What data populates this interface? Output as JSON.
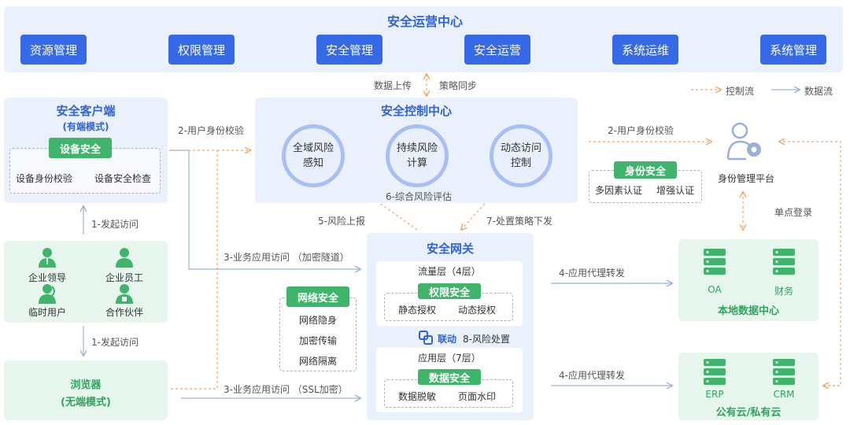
{
  "soc": {
    "title": "安全运营中心",
    "buttons": [
      "资源管理",
      "权限管理",
      "安全管理",
      "安全运营",
      "系统运维",
      "系统管理"
    ]
  },
  "legend": {
    "control": "控制流",
    "data": "数据流"
  },
  "labels": {
    "data_upload": "数据上传",
    "policy_sync": "策略同步",
    "auth_check_left": "2-用户身份校验",
    "auth_check_right": "2-用户身份校验",
    "risk_eval": "6-综合风险评估",
    "risk_report": "5-风险上报",
    "dispose_policy": "7-处置策略下发",
    "initiate_access_1": "1-发起访问",
    "initiate_access_2": "1-发起访问",
    "app_access_tunnel": "3-业务应用访问 （加密隧道）",
    "app_access_ssl": "3-业务应用访问 （SSL加密）",
    "proxy_forward_1": "4-应用代理转发",
    "proxy_forward_2": "4-应用代理转发",
    "sso": "单点登录"
  },
  "client": {
    "title": "安全客户端",
    "subtitle": "(有端模式)",
    "badge": "设备安全",
    "items": [
      "设备身份校验",
      "设备安全检查"
    ]
  },
  "users": {
    "items": [
      {
        "label": "企业领导",
        "icon": "leader-icon"
      },
      {
        "label": "企业员工",
        "icon": "employee-icon"
      },
      {
        "label": "临时用户",
        "icon": "temp-user-icon"
      },
      {
        "label": "合作伙伴",
        "icon": "partner-icon"
      }
    ]
  },
  "browser": {
    "title": "浏览器",
    "subtitle": "(无端模式)"
  },
  "control_center": {
    "title": "安全控制中心",
    "circles": [
      {
        "line1": "全域风险",
        "line2": "感知"
      },
      {
        "line1": "持续风险",
        "line2": "计算"
      },
      {
        "line1": "动态访问",
        "line2": "控制"
      }
    ]
  },
  "identity_security": {
    "badge": "身份安全",
    "items": [
      "多因素认证",
      "增强认证"
    ]
  },
  "idp": {
    "label": "身份管理平台"
  },
  "network_security": {
    "badge": "网络安全",
    "items": [
      "网络隐身",
      "加密传输",
      "网络隔离"
    ]
  },
  "gateway": {
    "title": "安全网关",
    "traffic_layer": "流量层（4层）",
    "perm_badge": "权限安全",
    "perm_items": [
      "静态授权",
      "动态授权"
    ],
    "linkage": "联动",
    "risk_dispose": "8-风险处置",
    "app_layer": "应用层（7层）",
    "data_badge": "数据安全",
    "data_items": [
      "数据脱敏",
      "页面水印"
    ]
  },
  "local_dc": {
    "title": "本地数据中心",
    "servers": [
      "OA",
      "财务"
    ]
  },
  "cloud": {
    "title": "公有云/私有云",
    "servers": [
      "ERP",
      "CRM"
    ]
  },
  "colors": {
    "primary_blue": "#3669e6",
    "green": "#3fb56b",
    "control_flow": "#f5a66a",
    "data_flow": "#9db3d6"
  }
}
